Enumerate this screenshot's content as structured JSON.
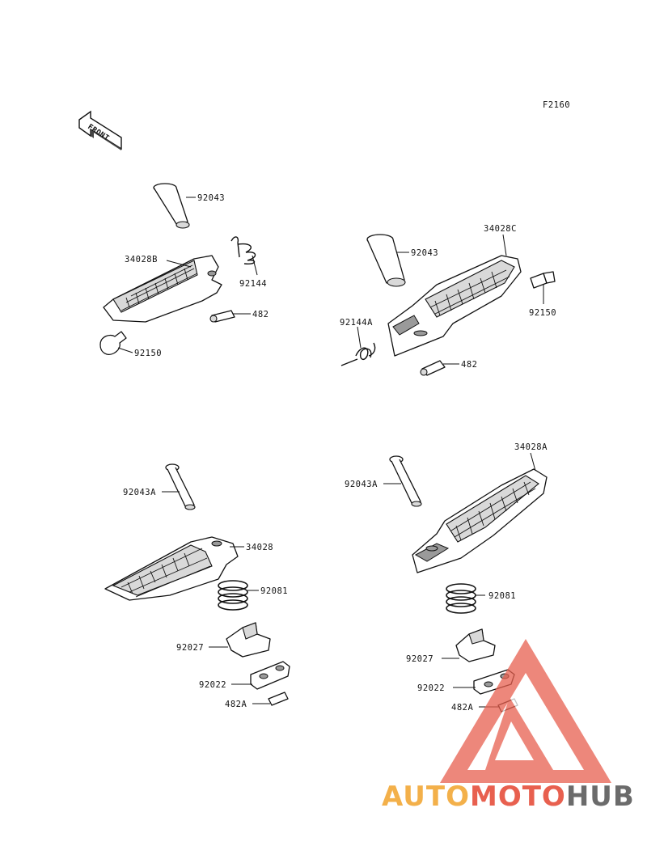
{
  "figure_code": "F2160",
  "front_label": "FRONT",
  "parts": {
    "tl_92043": "92043",
    "tl_34028B": "34028B",
    "tl_92144": "92144",
    "tl_482": "482",
    "tl_92150": "92150",
    "tr_92043": "92043",
    "tr_34028C": "34028C",
    "tr_92150": "92150",
    "tr_92144A": "92144A",
    "tr_482": "482",
    "bl_92043A": "92043A",
    "bl_34028": "34028",
    "bl_92081": "92081",
    "bl_92027": "92027",
    "bl_92022": "92022",
    "bl_482A": "482A",
    "br_34028A": "34028A",
    "br_92043A": "92043A",
    "br_92081": "92081",
    "br_92027": "92027",
    "br_92022": "92022",
    "br_482A": "482A"
  },
  "watermark": {
    "part1": "AUTO",
    "part2": "MOTO",
    "part3": "HUB",
    "color1": "#f3b04a",
    "color2": "#e8604f",
    "color3": "#6b6b6b"
  }
}
